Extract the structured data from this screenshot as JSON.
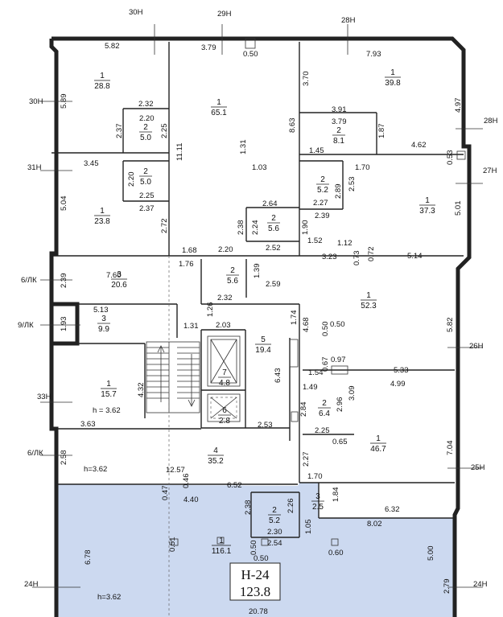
{
  "unit": {
    "name": "Н-24",
    "area": "123.8",
    "highlight_color": "#c9d7ef"
  },
  "axes": [
    {
      "id": "a30",
      "text": "30Н"
    },
    {
      "id": "a29",
      "text": "29Н"
    },
    {
      "id": "a28top",
      "text": "28Н"
    },
    {
      "id": "a30l",
      "text": "30Н"
    },
    {
      "id": "a28r",
      "text": "28Н"
    },
    {
      "id": "a31",
      "text": "31Н"
    },
    {
      "id": "a27",
      "text": "27Н"
    },
    {
      "id": "a6lk",
      "text": "6/ЛК"
    },
    {
      "id": "a9lk",
      "text": "9/ЛК"
    },
    {
      "id": "a26",
      "text": "26Н"
    },
    {
      "id": "a33",
      "text": "33Н"
    },
    {
      "id": "a6lk2",
      "text": "6/ЛК"
    },
    {
      "id": "a25",
      "text": "25Н"
    },
    {
      "id": "a24l",
      "text": "24Н"
    },
    {
      "id": "a24r",
      "text": "24Н"
    }
  ],
  "rooms": [
    {
      "id": "r1",
      "num": "1",
      "area": "28.8"
    },
    {
      "id": "r2",
      "num": "1",
      "area": "65.1"
    },
    {
      "id": "r3",
      "num": "1",
      "area": "39.8"
    },
    {
      "id": "r4",
      "num": "2",
      "area": "5.0"
    },
    {
      "id": "r5",
      "num": "2",
      "area": "8.1"
    },
    {
      "id": "r6",
      "num": "2",
      "area": "5.0"
    },
    {
      "id": "r7",
      "num": "2",
      "area": "5.2"
    },
    {
      "id": "r8",
      "num": "1",
      "area": "37.3"
    },
    {
      "id": "r9",
      "num": "1",
      "area": "23.8"
    },
    {
      "id": "r10",
      "num": "2",
      "area": "5.6"
    },
    {
      "id": "r11",
      "num": "3",
      "area": "20.6"
    },
    {
      "id": "r12",
      "num": "2",
      "area": "5.6"
    },
    {
      "id": "r13",
      "num": "1",
      "area": "52.3"
    },
    {
      "id": "r14",
      "num": "3",
      "area": "9.9"
    },
    {
      "id": "r15",
      "num": "5",
      "area": "19.4"
    },
    {
      "id": "r16",
      "num": "7",
      "area": "4.8"
    },
    {
      "id": "r17",
      "num": "1",
      "area": "15.7"
    },
    {
      "id": "r18",
      "num": "6",
      "area": "2.8"
    },
    {
      "id": "r19",
      "num": "2",
      "area": "6.4"
    },
    {
      "id": "r20",
      "num": "4",
      "area": "35.2"
    },
    {
      "id": "r21",
      "num": "1",
      "area": "46.7"
    },
    {
      "id": "r22",
      "num": "3",
      "area": "2.5"
    },
    {
      "id": "r23",
      "num": "2",
      "area": "5.2"
    },
    {
      "id": "r24",
      "num": "1",
      "area": "116.1"
    }
  ],
  "dims": [
    "5.82",
    "3.79",
    "0.50",
    "7.93",
    "3.70",
    "4.97",
    "5.89",
    "2.32",
    "2.20",
    "2.37",
    "2.25",
    "1.31",
    "11.11",
    "1.03",
    "8.63",
    "3.91",
    "3.79",
    "1.87",
    "1.45",
    "4.62",
    "1.70",
    "0.53",
    "3.45",
    "2.20",
    "2.25",
    "2.37",
    "2.27",
    "2.89",
    "2.53",
    "5.01",
    "5.04",
    "2.64",
    "2.24",
    "2.38",
    "2.72",
    "2.39",
    "1.90",
    "1.52",
    "1.12",
    "2.52",
    "1.68",
    "2.20",
    "3.23",
    "0.73",
    "0.72",
    "5.14",
    "1.76",
    "1.39",
    "2.39",
    "7.60",
    "2.32",
    "2.59",
    "5.13",
    "1.31",
    "1.26",
    "2.03",
    "1.74",
    "4.68",
    "0.50",
    "0.50",
    "1.93",
    "5.82",
    "0.97",
    "1.54",
    "0.67",
    "5.33",
    "4.32",
    "6.43",
    "1.49",
    "4.99",
    "2.84",
    "2.96",
    "3.09",
    "3.63",
    "2.53",
    "2.25",
    "0.65",
    "2.58",
    "12.57",
    "7.04",
    "2.27",
    "0.46",
    "1.70",
    "6.52",
    "0.47",
    "4.40",
    "2.38",
    "2.26",
    "1.84",
    "6.32",
    "1.05",
    "8.02",
    "0.51",
    "2.30",
    "2.54",
    "0.50",
    "0.50",
    "0.60",
    "5.00",
    "6.78",
    "2.79",
    "20.78"
  ],
  "heights": [
    "h = 3.62",
    "h=3.62",
    "h=3.62"
  ]
}
